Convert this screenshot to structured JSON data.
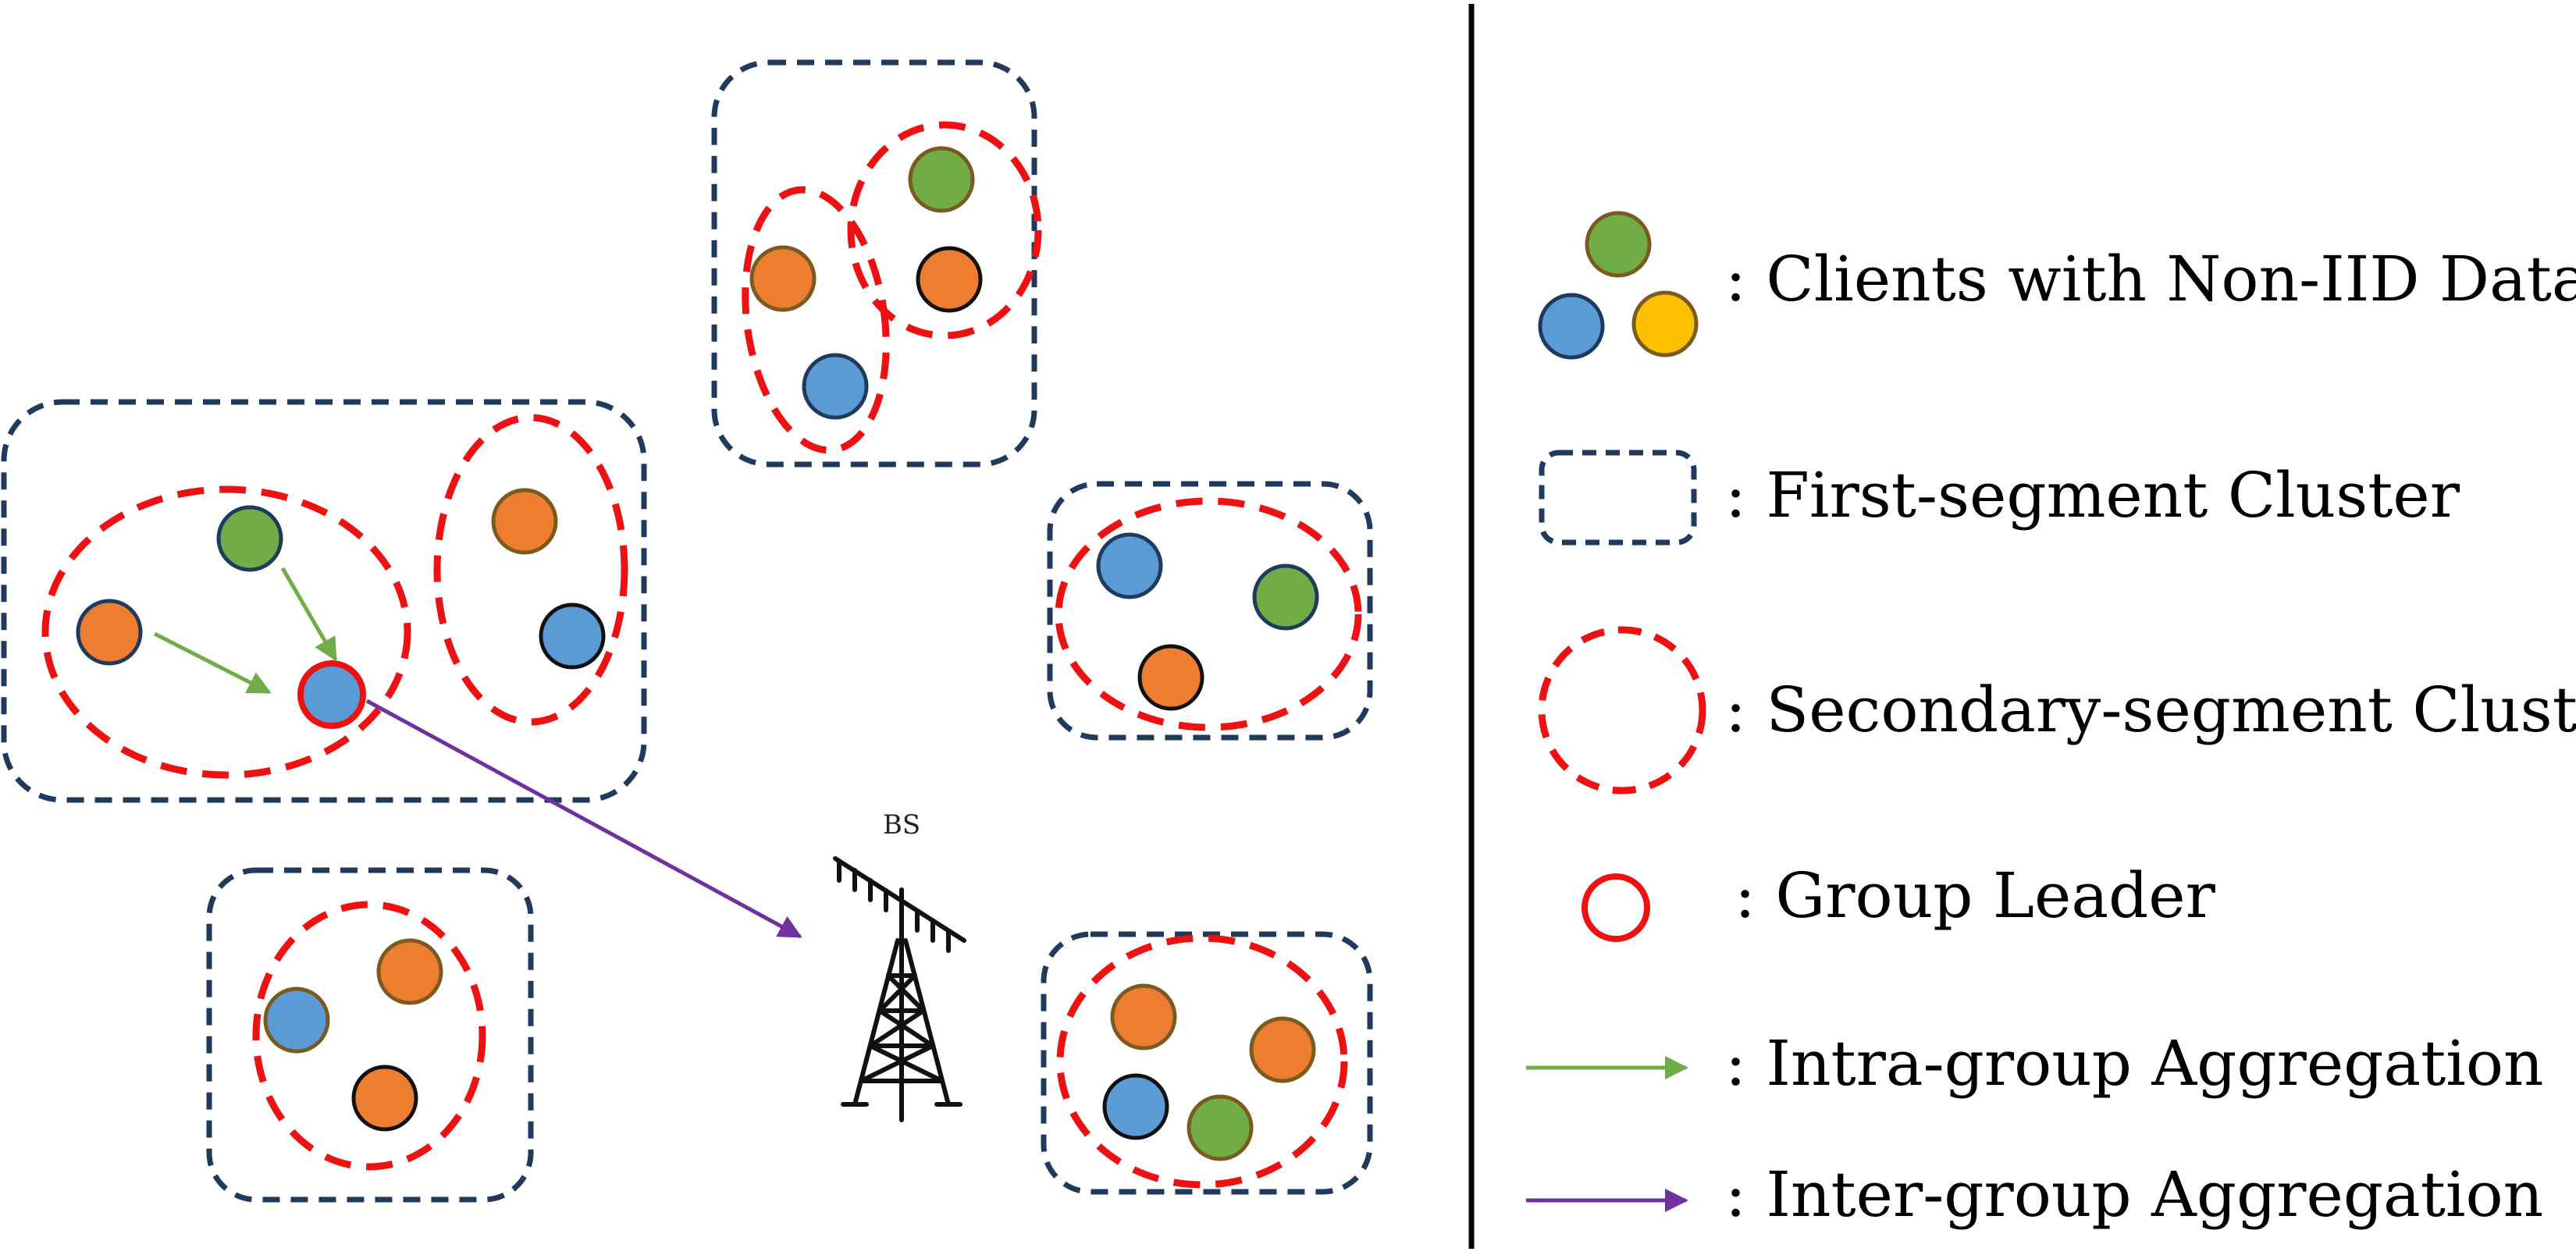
{
  "colors": {
    "orange": "#ED7D31",
    "blue": "#5B9BD5",
    "green": "#70AD47",
    "yellow": "#FFC000",
    "cluster_border": "#1F3A5C",
    "secondary_border": "#EE1111",
    "intra_arrow": "#70AD47",
    "inter_arrow": "#7030A0",
    "divider": "#000000"
  },
  "diagram": {
    "base_station_label": "BS"
  },
  "legend": {
    "clients": ": Clients with Non-IID Data",
    "first_segment": ": First-segment Cluster",
    "secondary_segment": ": Secondary-segment Cluster",
    "group_leader": ": Group Leader",
    "intra_group": ": Intra-group Aggregation",
    "inter_group": ": Inter-group Aggregation"
  }
}
